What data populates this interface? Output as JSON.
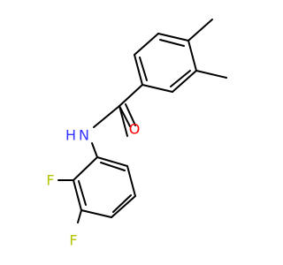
{
  "molecule": {
    "atoms": {
      "N": {
        "label": "N",
        "color": "#3333ff"
      },
      "H": {
        "label": "H",
        "color": "#3333ff"
      },
      "O": {
        "label": "O",
        "color": "#ff0000"
      },
      "F1": {
        "label": "F",
        "color": "#b3c500"
      },
      "F2": {
        "label": "F",
        "color": "#b3c500"
      }
    },
    "bond_color": "#000000",
    "background": "#ffffff"
  }
}
